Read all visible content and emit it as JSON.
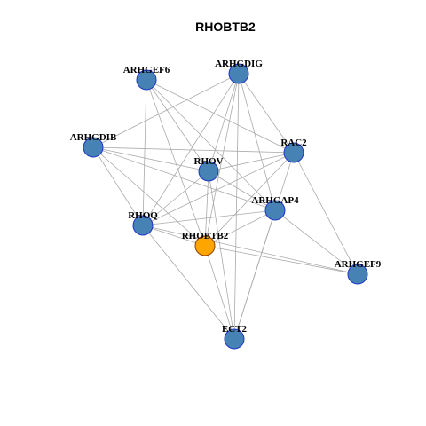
{
  "title": "RHOBTB2",
  "colors": {
    "node_fill": "#4682B4",
    "node_stroke": "#1F35C9",
    "center_fill": "#FFA500",
    "center_stroke": "#8B4000",
    "edge": "#AAAAAA"
  },
  "nodes": [
    {
      "id": "ARHGEF6",
      "label": "ARHGEF6",
      "center": false
    },
    {
      "id": "ARHGDIG",
      "label": "ARHGDIG",
      "center": false
    },
    {
      "id": "ARHGDIB",
      "label": "ARHGDIB",
      "center": false
    },
    {
      "id": "RAC2",
      "label": "RAC2",
      "center": false
    },
    {
      "id": "RHOV",
      "label": "RHOV",
      "center": false
    },
    {
      "id": "ARHGAP4",
      "label": "ARHGAP4",
      "center": false
    },
    {
      "id": "RHOQ",
      "label": "RHOQ",
      "center": false
    },
    {
      "id": "RHOBTB2",
      "label": "RHOBTB2",
      "center": true
    },
    {
      "id": "ARHGEF9",
      "label": "ARHGEF9",
      "center": false
    },
    {
      "id": "ECT2",
      "label": "ECT2",
      "center": false
    }
  ],
  "edges": [
    [
      "ARHGEF6",
      "RHOV"
    ],
    [
      "ARHGEF6",
      "ARHGAP4"
    ],
    [
      "ARHGEF6",
      "RHOQ"
    ],
    [
      "ARHGEF6",
      "RHOBTB2"
    ],
    [
      "ARHGEF6",
      "RAC2"
    ],
    [
      "ARHGDIG",
      "ARHGDIB"
    ],
    [
      "ARHGDIG",
      "RAC2"
    ],
    [
      "ARHGDIG",
      "RHOV"
    ],
    [
      "ARHGDIG",
      "ARHGAP4"
    ],
    [
      "ARHGDIG",
      "RHOQ"
    ],
    [
      "ARHGDIG",
      "RHOBTB2"
    ],
    [
      "ARHGDIG",
      "ECT2"
    ],
    [
      "ARHGDIB",
      "RAC2"
    ],
    [
      "ARHGDIB",
      "RHOV"
    ],
    [
      "ARHGDIB",
      "ARHGAP4"
    ],
    [
      "ARHGDIB",
      "RHOQ"
    ],
    [
      "ARHGDIB",
      "RHOBTB2"
    ],
    [
      "RAC2",
      "RHOV"
    ],
    [
      "RAC2",
      "RHOQ"
    ],
    [
      "RAC2",
      "RHOBTB2"
    ],
    [
      "RAC2",
      "ARHGEF9"
    ],
    [
      "RAC2",
      "ECT2"
    ],
    [
      "RHOV",
      "ARHGAP4"
    ],
    [
      "RHOV",
      "RHOQ"
    ],
    [
      "RHOV",
      "RHOBTB2"
    ],
    [
      "RHOV",
      "ECT2"
    ],
    [
      "ARHGAP4",
      "RHOQ"
    ],
    [
      "ARHGAP4",
      "RHOBTB2"
    ],
    [
      "ARHGAP4",
      "ARHGEF9"
    ],
    [
      "ARHGAP4",
      "ECT2"
    ],
    [
      "RHOQ",
      "RHOBTB2"
    ],
    [
      "RHOQ",
      "ARHGEF9"
    ],
    [
      "RHOQ",
      "ECT2"
    ],
    [
      "RHOBTB2",
      "ARHGEF9"
    ],
    [
      "RHOBTB2",
      "ECT2"
    ]
  ]
}
